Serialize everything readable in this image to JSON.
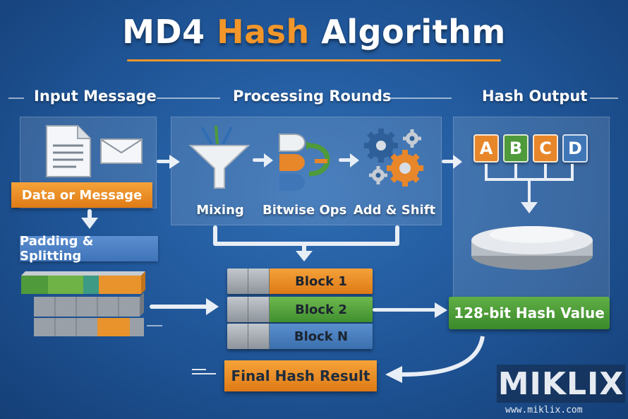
{
  "title": {
    "part1": "MD4 ",
    "part2": "Hash",
    "part3": " Algorithm"
  },
  "sections": {
    "input": "Input Message",
    "processing": "Processing Rounds",
    "output": "Hash Output"
  },
  "input": {
    "banner": "Data or Message",
    "padding": "Padding & Splitting"
  },
  "processing": {
    "steps": [
      "Mixing",
      "Bitwise Ops",
      "Add & Shift"
    ]
  },
  "output": {
    "registers": [
      "A",
      "B",
      "C",
      "D"
    ],
    "register_colors": [
      "#e8862a",
      "#4f9a3a",
      "#e8862a",
      "#3f76b7"
    ],
    "hash_value": "128-bit Hash Value"
  },
  "blocks": [
    "Block 1",
    "Block 2",
    "Block N"
  ],
  "final": "Final Hash Result",
  "brand": {
    "logo": "MIKLIX",
    "url": "www.miklix.com"
  },
  "colors": {
    "accent": "#f2962a",
    "background": "#1f5597",
    "green": "#4f9a3a"
  }
}
